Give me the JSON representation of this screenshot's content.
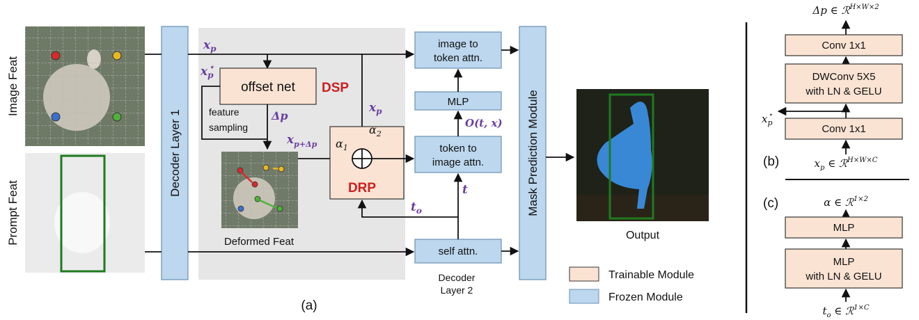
{
  "side_labels": {
    "image_feat": "Image Feat",
    "prompt_feat": "Prompt Feat"
  },
  "blocks": {
    "decoder_layer_1": "Decoder Layer 1",
    "offset_net": "offset net",
    "dsp": "DSP",
    "drp": "DRP",
    "image_to_token_line1": "image to",
    "image_to_token_line2": "token attn.",
    "mlp": "MLP",
    "token_to_image_line1": "token to",
    "token_to_image_line2": "image attn.",
    "self_attn": "self attn.",
    "mask_prediction": "Mask Prediction Module",
    "decoder_layer_2_line1": "Decoder",
    "decoder_layer_2_line2": "Layer 2",
    "deformed_feat": "Deformed Feat",
    "feature_sampling_line1": "feature",
    "feature_sampling_line2": "sampling",
    "output": "Output",
    "caption_a": "(a)"
  },
  "math": {
    "xp": "x",
    "xp_sub": "p",
    "xp_star": "x",
    "xp_star_sub": "p",
    "xp_star_sup": "⋆",
    "delta_p": "Δp",
    "xp_dp": "x",
    "xp_dp_sub": "p+Δp",
    "alpha1": "α",
    "alpha1_sub": "1",
    "alpha2": "α",
    "alpha2_sub": "2",
    "o_tx": "O(t, x)",
    "t": "t",
    "t_o": "t",
    "t_o_sub": "o"
  },
  "legend": {
    "trainable": {
      "label": "Trainable Module",
      "color": "#fbe3d3"
    },
    "frozen": {
      "label": "Frozen Module",
      "color": "#bcd7ee"
    }
  },
  "panel_b": {
    "caption": "(b)",
    "top": "Δp ∈ ℛ^{H×W×2}",
    "conv_top": "Conv 1x1",
    "dwconv_line1": "DWConv 5X5",
    "dwconv_line2": "with LN & GELU",
    "conv_bottom": "Conv 1x1",
    "side_out": "x",
    "input": "x_p ∈ ℛ^{H×W×C}"
  },
  "panel_c": {
    "caption": "(c)",
    "top": "α ∈ ℛ^{1×2}",
    "mlp_top": "MLP",
    "mlp_line1": "MLP",
    "mlp_line2": "with LN & GELU",
    "input": "t_o ∈ ℛ^{1×C}"
  },
  "colors": {
    "trainable": "#fbe3d3",
    "frozen": "#bcd7ee",
    "accent_red": "#cc1f1f",
    "math_purple": "#6a3fa0",
    "bbox_green": "#1f7a1f",
    "shaded_region": "#e6e6e6"
  }
}
